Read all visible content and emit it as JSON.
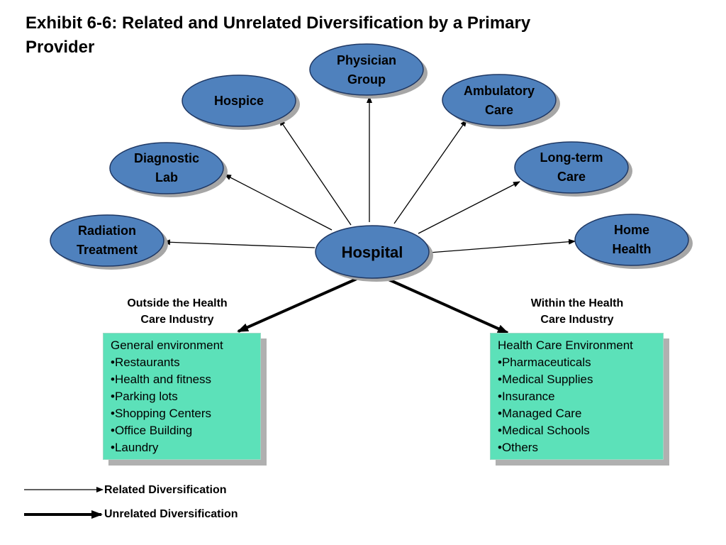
{
  "title": "Exhibit 6-6:  Related and Unrelated Diversification by a Primary Provider",
  "hub": "Hospital",
  "nodes": {
    "radiation": [
      "Radiation",
      "Treatment"
    ],
    "diagnostic": [
      "Diagnostic",
      "Lab"
    ],
    "hospice": [
      "Hospice"
    ],
    "physician": [
      "Physician",
      "Group"
    ],
    "ambulatory": [
      "Ambulatory",
      "Care"
    ],
    "longterm": [
      "Long-term",
      "Care"
    ],
    "homehealth": [
      "Home",
      "Health"
    ]
  },
  "left_heading": [
    "Outside the Health",
    "Care Industry"
  ],
  "right_heading": [
    "Within the Health",
    "Care Industry"
  ],
  "left_box": {
    "header": "General environment",
    "items": [
      "Restaurants",
      "Health and fitness",
      "Parking lots",
      "Shopping Centers",
      "Office Building",
      "Laundry"
    ]
  },
  "right_box": {
    "header": "Health Care Environment",
    "items": [
      "Pharmaceuticals",
      "Medical Supplies",
      "Insurance",
      "Managed Care",
      "Medical Schools",
      "Others"
    ]
  },
  "legend": {
    "related": "Related Diversification",
    "unrelated": "Unrelated Diversification"
  },
  "colors": {
    "node_fill": "#4f81bd",
    "node_stroke": "#1f3864",
    "box_fill": "#5ce1b9"
  }
}
